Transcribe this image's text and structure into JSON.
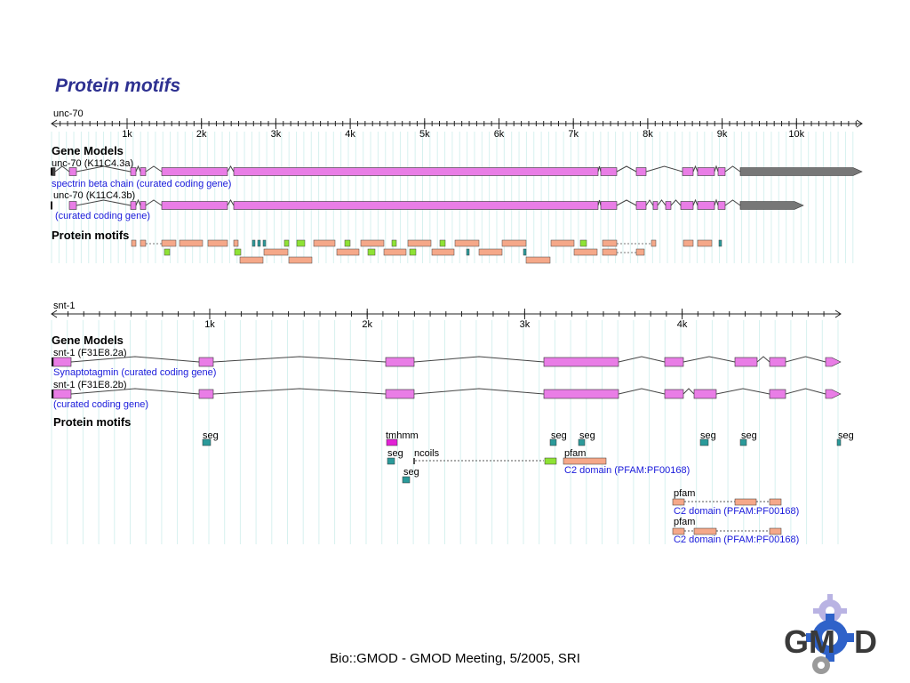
{
  "slide_title": "Protein motifs",
  "footer": "Bio::GMOD - GMOD Meeting, 5/2005, SRI",
  "logo": {
    "text_left": "GM",
    "text_right": "D",
    "icon": "gear-icon"
  },
  "colors": {
    "exon": "#e97de6",
    "motif": "#f5a889",
    "seg": "#2a9a9a",
    "green": "#8ee234",
    "utr": "#777777",
    "link": "#1a1adb",
    "tmhmm": "#e222d6"
  },
  "panels": [
    {
      "ruler_label": "unc-70",
      "ticks": [
        "1k",
        "2k",
        "3k",
        "4k",
        "5k",
        "6k",
        "7k",
        "8k",
        "9k",
        "10k"
      ],
      "gene_models_label": "Gene Models",
      "genes": [
        {
          "name": "unc-70 (K11C4.3a)",
          "description": "spectrin beta chain (curated coding gene)"
        },
        {
          "name": "unc-70 (K11C4.3b)",
          "description": "(curated coding gene)"
        }
      ],
      "motifs_label": "Protein motifs"
    },
    {
      "ruler_label": "snt-1",
      "ticks": [
        "1k",
        "2k",
        "3k",
        "4k"
      ],
      "gene_models_label": "Gene Models",
      "genes": [
        {
          "name": "snt-1 (F31E8.2a)",
          "description": "Synaptotagmin (curated coding gene)"
        },
        {
          "name": "snt-1 (F31E8.2b)",
          "description": "(curated coding gene)"
        }
      ],
      "motifs_label": "Protein motifs",
      "motif_labels": {
        "seg": "seg",
        "tmhmm": "tmhmm",
        "ncoils": "ncoils",
        "pfam": "pfam",
        "c2_domain": "C2 domain (PFAM:PF00168)"
      }
    }
  ]
}
